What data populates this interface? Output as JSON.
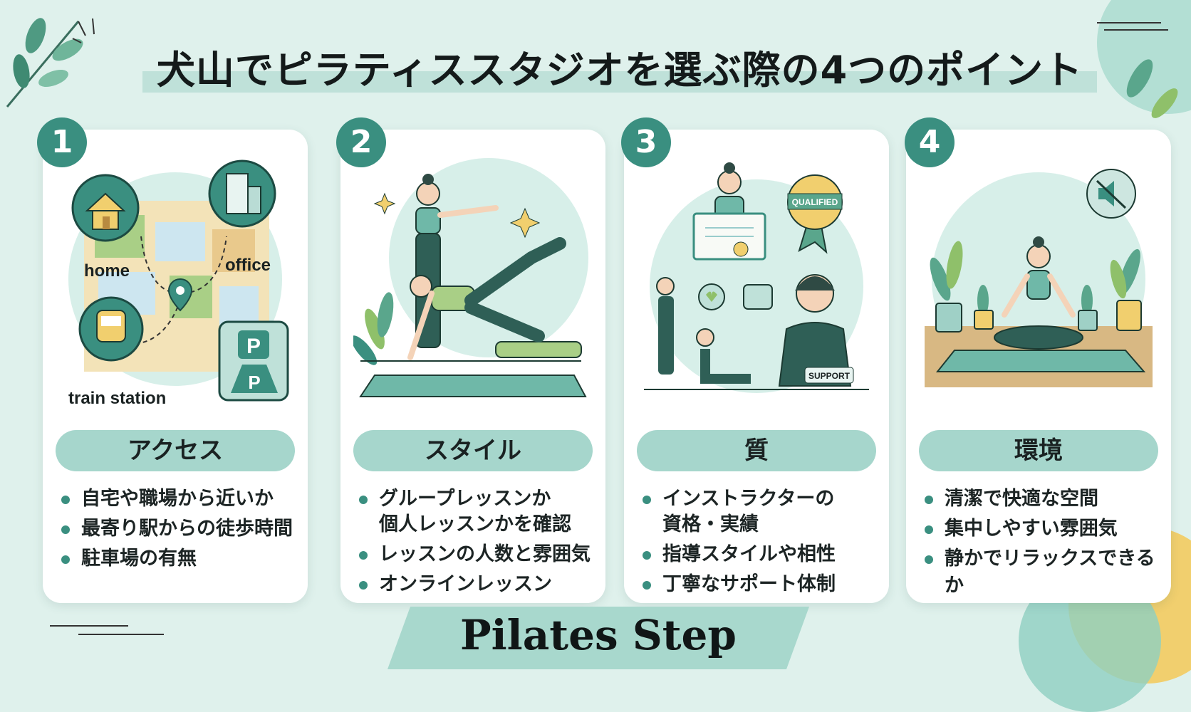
{
  "title": "犬山でピラティススタジオを選ぶ際の4つのポイント",
  "brand": "Pilates Step",
  "colors": {
    "accent": "#3a8f80",
    "pill": "#a6d6cc",
    "background": "#dff1ec",
    "yellow": "#f1cf6e",
    "green": "#8fc06a"
  },
  "cards": [
    {
      "number": "1",
      "heading": "アクセス",
      "bullets": [
        "自宅や職場から近いか",
        "最寄り駅からの徒歩時間",
        "駐車場の有無"
      ],
      "illus": {
        "home": "home",
        "office": "office",
        "station": "train station",
        "parking": "P"
      },
      "icons": [
        "house-icon",
        "office-building-icon",
        "train-icon",
        "parking-icon",
        "map-pin-icon"
      ]
    },
    {
      "number": "2",
      "heading": "スタイル",
      "bullets": [
        "グループレッスンか",
        "個人レッスンかを確認",
        "レッスンの人数と雰囲気",
        "オンラインレッスン"
      ],
      "icons": [
        "instructor-figure",
        "pilates-pose-figure",
        "yoga-mat-icon",
        "plant-icon"
      ]
    },
    {
      "number": "3",
      "heading": "質",
      "bullets": [
        "インストラクターの",
        "資格・実績",
        "指導スタイルや相性",
        "丁寧なサポート体制"
      ],
      "illus": {
        "badge": "QUALIFIED",
        "support": "SUPPORT"
      },
      "icons": [
        "certificate-icon",
        "qualified-badge-icon",
        "heart-bubble-icon",
        "support-staff-figure"
      ]
    },
    {
      "number": "4",
      "heading": "環境",
      "bullets": [
        "清潔で快適な空間",
        "集中しやすい雰囲気",
        "静かでリラックスできるか"
      ],
      "icons": [
        "mute-speaker-icon",
        "meditation-figure",
        "potted-plant-icon",
        "yoga-mat-icon"
      ]
    }
  ]
}
